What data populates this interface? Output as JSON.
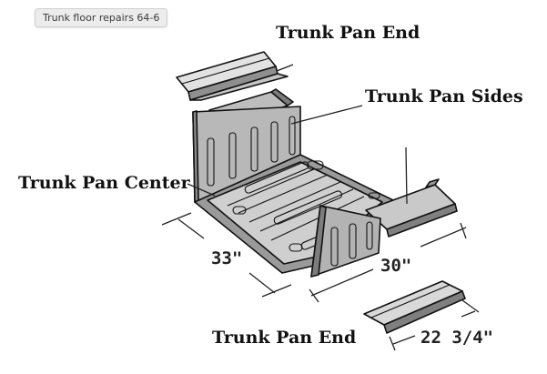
{
  "window": {
    "tooltip": "Trunk floor repairs 64-6"
  },
  "labels": {
    "trunk_pan_end_top": "Trunk Pan End",
    "trunk_pan_sides": "Trunk Pan Sides",
    "trunk_pan_center": "Trunk Pan Center",
    "trunk_pan_end_bottom": "Trunk Pan End"
  },
  "dimensions": {
    "depth": "33\"",
    "width": "30\"",
    "end_length": "22 3/4\""
  },
  "colors": {
    "panel_light": "#d9d9d9",
    "panel_mid": "#a6a6a6",
    "panel_dark": "#6f6f6f",
    "outline": "#111111"
  }
}
